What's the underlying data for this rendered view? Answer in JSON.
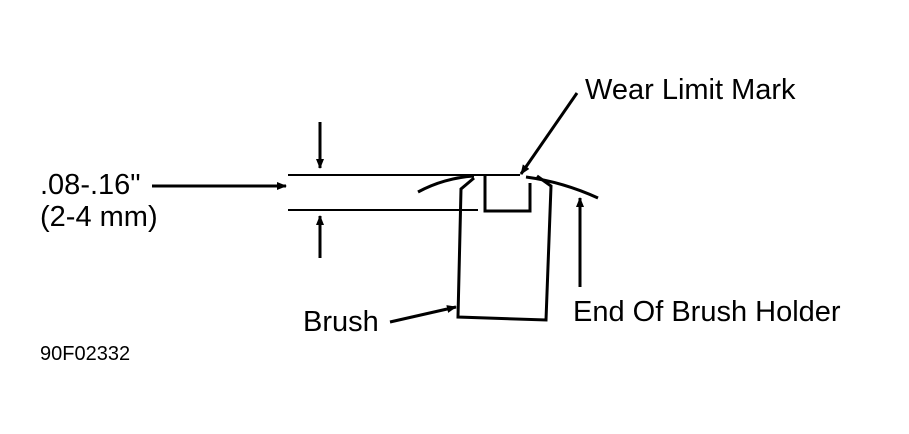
{
  "labels": {
    "wear_limit_mark": "Wear Limit Mark",
    "dimension_inches": ".08-.16\"",
    "dimension_mm": "(2-4 mm)",
    "brush": "Brush",
    "end_of_brush_holder": "End Of Brush Holder",
    "figure_id": "90F02332"
  },
  "colors": {
    "line": "#000000",
    "background": "#ffffff"
  }
}
